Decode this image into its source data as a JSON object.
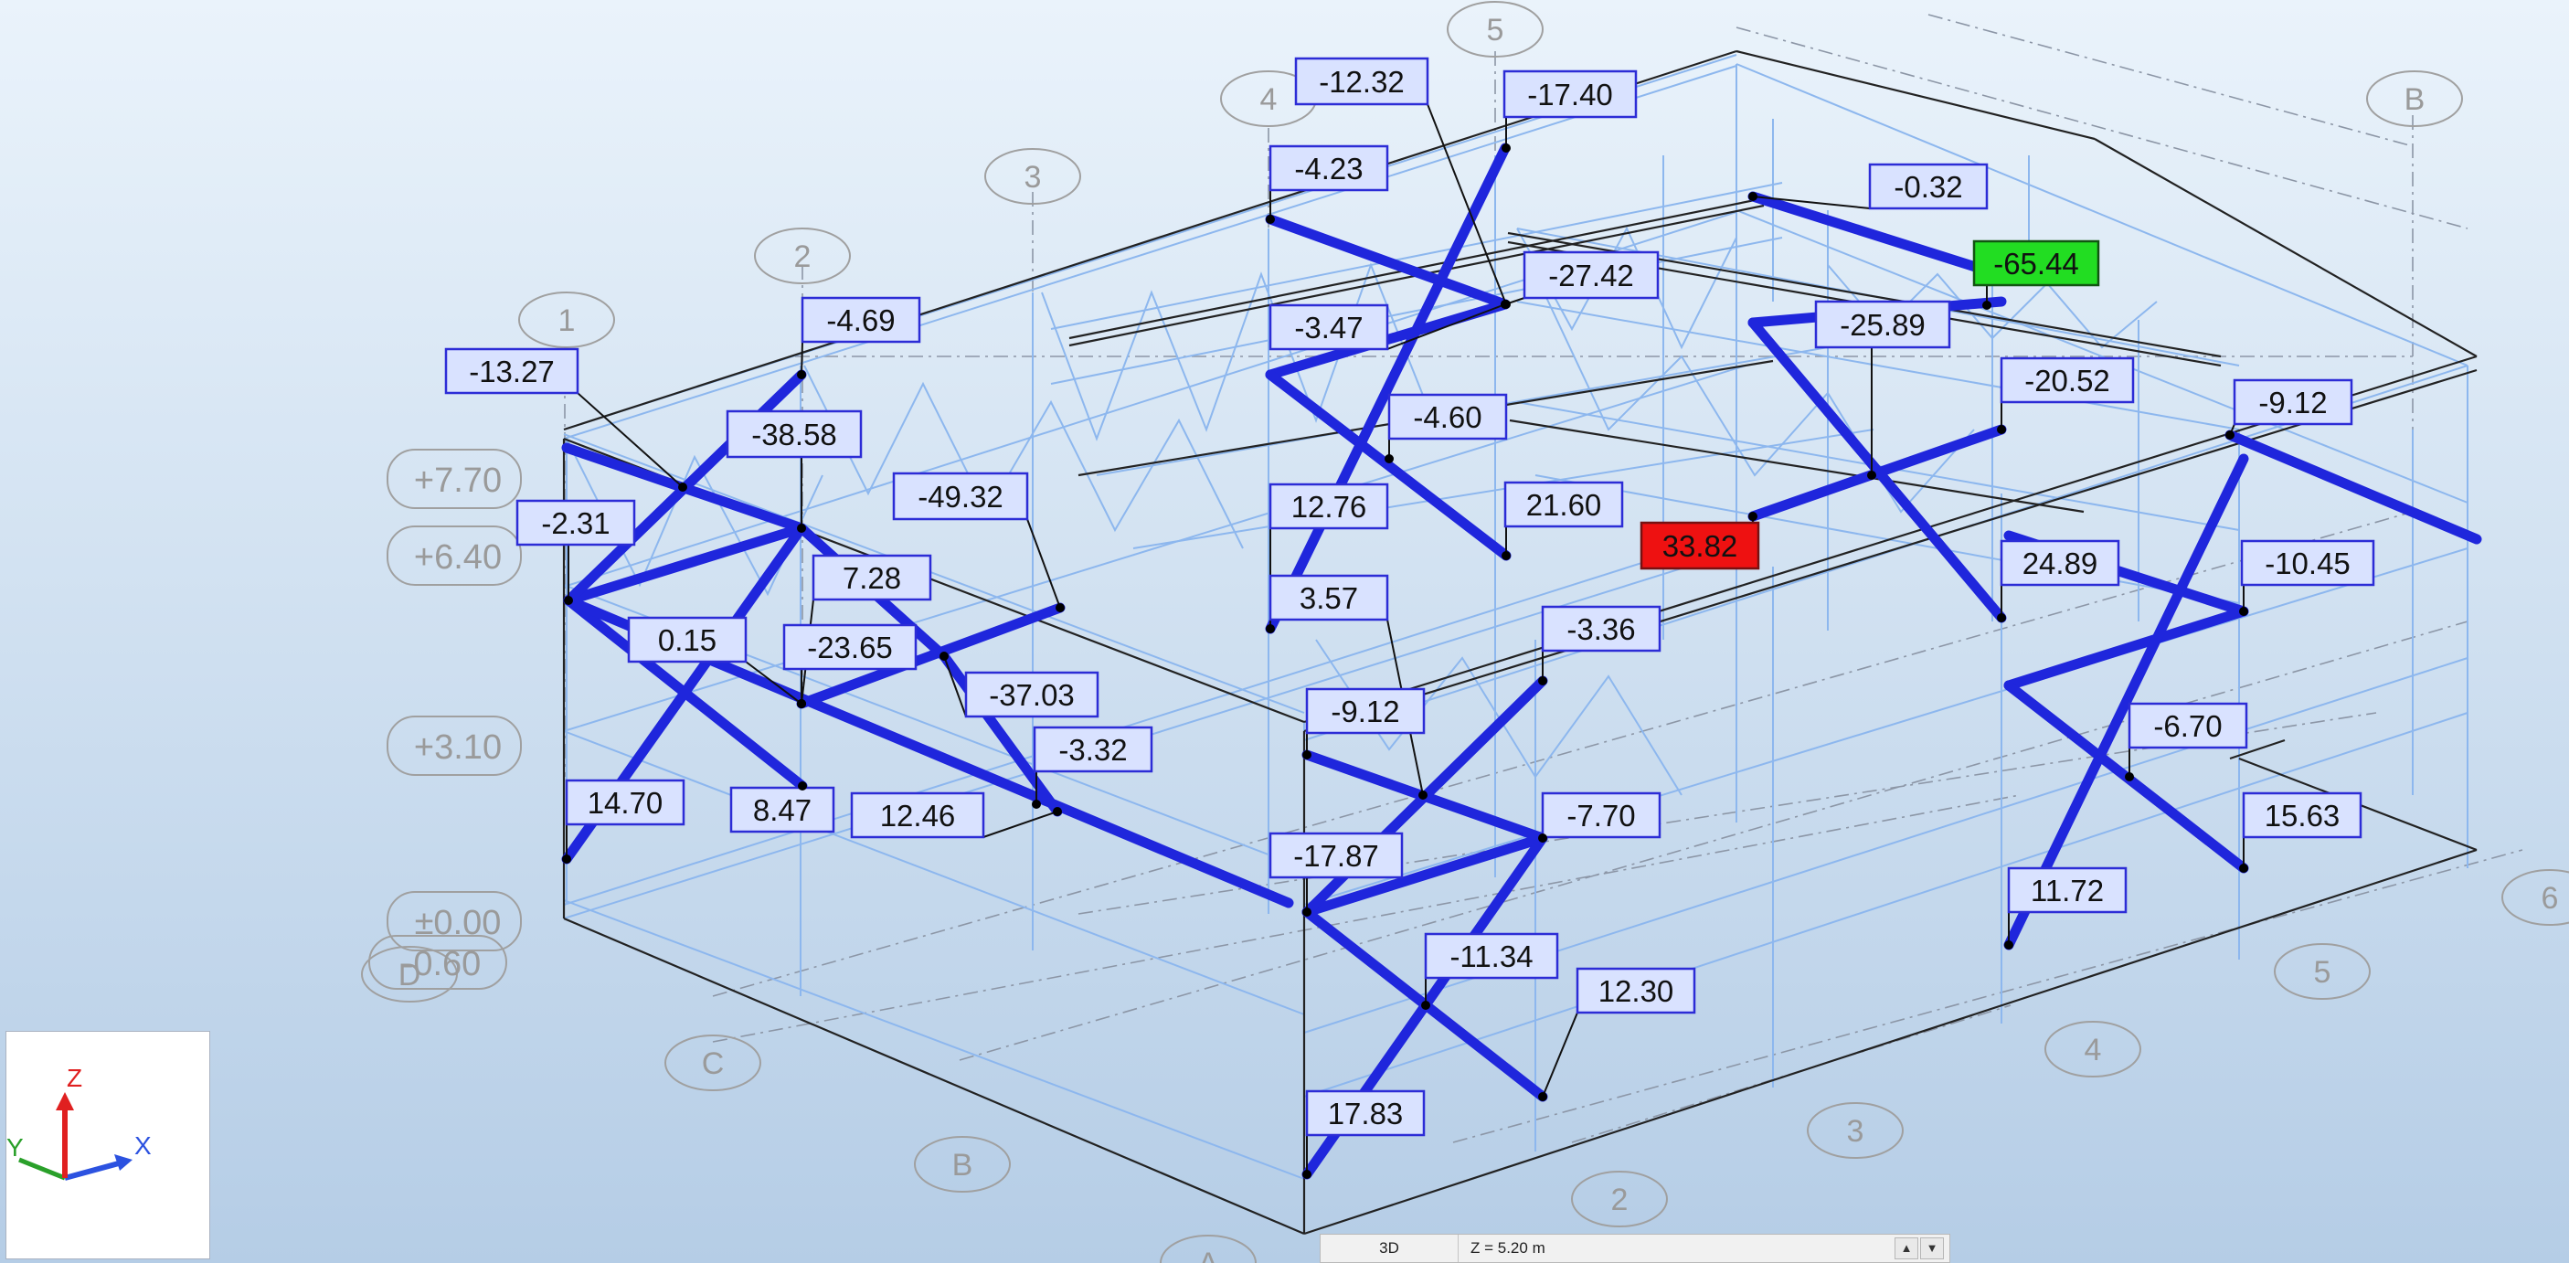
{
  "colors": {
    "bg_top": "#eaf3fb",
    "bg_bottom": "#b5cde6",
    "member": "#1f26dc",
    "mesh": "#8db7ee",
    "outline": "#222222",
    "label_fill": "#d9e2ff",
    "label_border": "#2c2cd6",
    "max_label_fill": "#22dd22",
    "min_label_fill": "#ee1111",
    "grid_text": "#9a9a9a"
  },
  "axis_bubbles": [
    "5",
    "4",
    "3",
    "2",
    "1",
    "B",
    "D",
    "C",
    "B",
    "A",
    "2",
    "3",
    "4",
    "5",
    "6"
  ],
  "elevations": [
    "+7.70",
    "+6.40",
    "+3.10",
    "±0.00",
    "-0.60"
  ],
  "labels": [
    "-12.32",
    "-17.40",
    "-4.23",
    "-4.69",
    "-13.27",
    "-3.47",
    "-27.42",
    "-0.32",
    "-65.44",
    "-25.89",
    "-38.58",
    "-4.60",
    "-20.52",
    "-9.12",
    "-2.31",
    "-49.32",
    "12.76",
    "21.60",
    "33.82",
    "7.28",
    "24.89",
    "-10.45",
    "3.57",
    "0.15",
    "-23.65",
    "-3.36",
    "-37.03",
    "-9.12",
    "-3.32",
    "-6.70",
    "14.70",
    "8.47",
    "12.46",
    "-7.70",
    "15.63",
    "-17.87",
    "11.72",
    "-11.34",
    "12.30",
    "17.83"
  ],
  "triad": {
    "z": "Z",
    "y": "Y",
    "x": "X"
  },
  "status": {
    "view": "3D",
    "level": "Z = 5.20 m",
    "up_icon": "▲",
    "down_icon": "▼"
  }
}
